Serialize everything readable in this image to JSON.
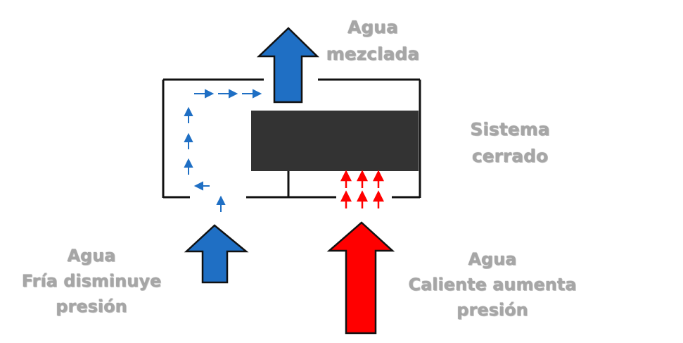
{
  "labels": {
    "mixed": {
      "line1": "Agua",
      "line2": "mezclada"
    },
    "system": {
      "line1": "Sistema",
      "line2": "cerrado"
    },
    "cold": {
      "line1": "Agua",
      "line2": "Fría disminuye",
      "line3": "presión"
    },
    "hot": {
      "line1": "Agua",
      "line2": "Caliente aumenta",
      "line3": "presión"
    }
  },
  "colors": {
    "cold": "#1f6fc4",
    "hot": "#ff0000",
    "mixed": "#1f6fc4",
    "housing": "#111111",
    "block": "#333333",
    "label": "#a6a6a6"
  }
}
